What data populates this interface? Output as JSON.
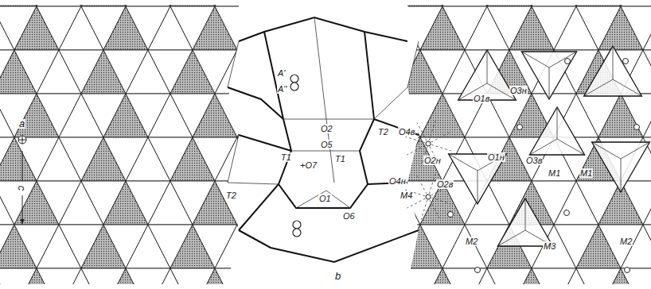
{
  "diagram": {
    "labels": [
      "a",
      "c",
      "T2",
      "A'",
      "A''",
      "O2",
      "O5",
      "T1",
      "+O7",
      "T1",
      "O1",
      "O6",
      "T2",
      "O4в",
      "O2н",
      "O4н",
      "M4",
      "O1в",
      "O3н",
      "O1н",
      "O3в",
      "O2в",
      "M1",
      "M1",
      "M2",
      "M3",
      "M2",
      "b"
    ]
  }
}
